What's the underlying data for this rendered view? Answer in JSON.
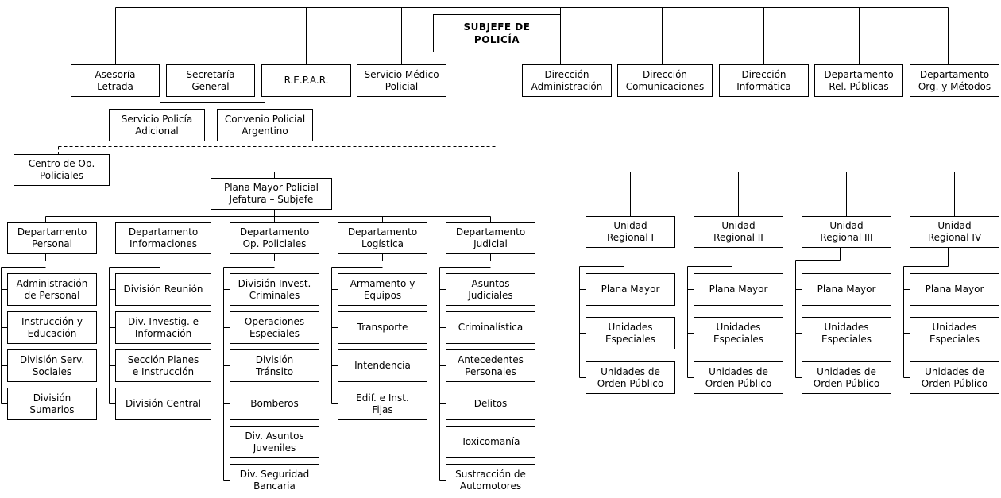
{
  "root": "SUBJEFE DE\nPOLICÍA",
  "top_units": [
    "Asesoría\nLetrada",
    "Secretaría\nGeneral",
    "R.E.P.A.R.",
    "Servicio Médico\nPolicial",
    "Dirección\nAdministración",
    "Dirección\nComunicaciones",
    "Dirección\nInformática",
    "Departamento\nRel.  Públicas",
    "Departamento\nOrg. y Métodos"
  ],
  "secretaria_children": [
    "Servicio Policía\nAdicional",
    "Convenio Policial\nArgentino"
  ],
  "centro": "Centro de Op.\nPoliciales",
  "plana_mayor": "Plana Mayor Policial\nJefatura – Subjefe",
  "departments": [
    {
      "name": "Departamento\nPersonal",
      "children": [
        "Administración\nde Personal",
        "Instrucción y\nEducación",
        "División Serv.\nSociales",
        "División\nSumarios"
      ]
    },
    {
      "name": "Departamento\nInformaciones",
      "children": [
        "División Reunión",
        "Div. Investig. e\nInformación",
        "Sección Planes\ne Instrucción",
        "División Central"
      ]
    },
    {
      "name": "Departamento\nOp. Policiales",
      "children": [
        "División Invest.\nCriminales",
        "Operaciones\nEspeciales",
        "División\nTránsito",
        "Bomberos",
        "Div. Asuntos\nJuveniles",
        "Div. Seguridad\nBancaria"
      ]
    },
    {
      "name": "Departamento\nLogística",
      "children": [
        "Armamento y\nEquipos",
        "Transporte",
        "Intendencia",
        "Edif. e Inst.\nFijas"
      ]
    },
    {
      "name": "Departamento\nJudicial",
      "children": [
        "Asuntos\nJudiciales",
        "Criminalística",
        "Antecedentes\nPersonales",
        "Delitos",
        "Toxicomanía",
        "Sustracción de\nAutomotores"
      ]
    }
  ],
  "regions": [
    {
      "name": "Unidad\nRegional I",
      "children": [
        "Plana Mayor",
        "Unidades\nEspeciales",
        "Unidades de\nOrden Público"
      ]
    },
    {
      "name": "Unidad\nRegional II",
      "children": [
        "Plana Mayor",
        "Unidades\nEspeciales",
        "Unidades de\nOrden Público"
      ]
    },
    {
      "name": "Unidad\nRegional III",
      "children": [
        "Plana Mayor",
        "Unidades\nEspeciales",
        "Unidades de\nOrden Público"
      ]
    },
    {
      "name": "Unidad\nRegional IV",
      "children": [
        "Plana Mayor",
        "Unidades\nEspeciales",
        "Unidades de\nOrden Público"
      ]
    }
  ]
}
